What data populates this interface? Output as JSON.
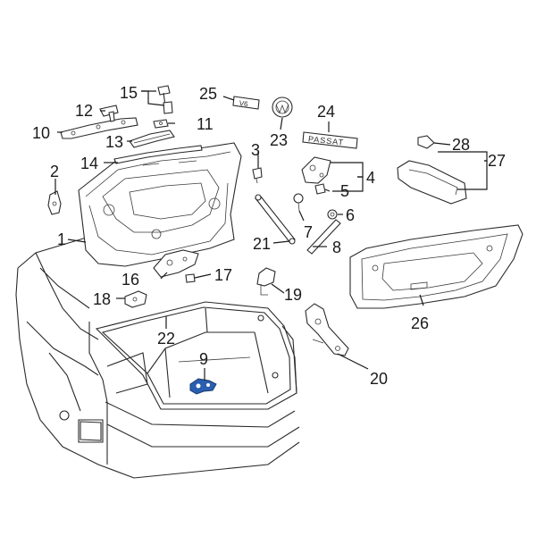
{
  "callouts": {
    "c1": "1",
    "c2": "2",
    "c3": "3",
    "c4": "4",
    "c5": "5",
    "c6": "6",
    "c7": "7",
    "c8": "8",
    "c9": "9",
    "c10": "10",
    "c11": "11",
    "c12": "12",
    "c13": "13",
    "c14": "14",
    "c15": "15",
    "c16": "16",
    "c17": "17",
    "c18": "18",
    "c19": "19",
    "c20": "20",
    "c21": "21",
    "c22": "22",
    "c23": "23",
    "c24": "24",
    "c25": "25",
    "c26": "26",
    "c27": "27",
    "c28": "28"
  },
  "badges": {
    "v6": "V6",
    "passat": "PASSAT"
  },
  "colors": {
    "line": "#2a2a2a",
    "highlight": "#2a5fb0"
  },
  "highlighted_part": "9"
}
